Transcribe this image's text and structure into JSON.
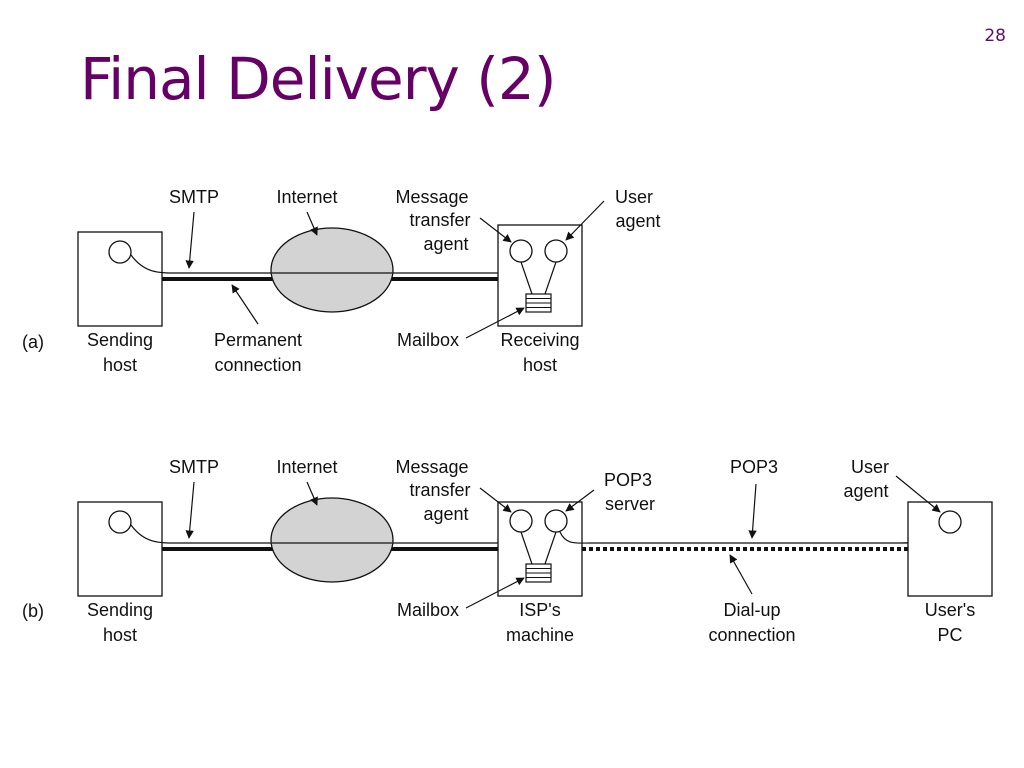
{
  "page_number": "28",
  "title": "Final Delivery (2)",
  "diagram_a": {
    "tag": "(a)",
    "sending_host": [
      "Sending",
      "host"
    ],
    "smtp": "SMTP",
    "internet": "Internet",
    "permanent_connection": [
      "Permanent",
      "connection"
    ],
    "message_transfer_agent": [
      "Message",
      "transfer",
      "agent"
    ],
    "user_agent": [
      "User",
      "agent"
    ],
    "mailbox": "Mailbox",
    "receiving_host": [
      "Receiving",
      "host"
    ]
  },
  "diagram_b": {
    "tag": "(b)",
    "sending_host": [
      "Sending",
      "host"
    ],
    "smtp": "SMTP",
    "internet": "Internet",
    "message_transfer_agent": [
      "Message",
      "transfer",
      "agent"
    ],
    "pop3_server": [
      "POP3",
      "server"
    ],
    "pop3": "POP3",
    "user_agent": [
      "User",
      "agent"
    ],
    "mailbox": "Mailbox",
    "isp_machine": [
      "ISP's",
      "machine"
    ],
    "dialup_connection": [
      "Dial-up",
      "connection"
    ],
    "users_pc": [
      "User's",
      "PC"
    ]
  },
  "colors": {
    "title": "#660066",
    "cloud_fill": "#d3d3d3",
    "line": "#111111"
  }
}
